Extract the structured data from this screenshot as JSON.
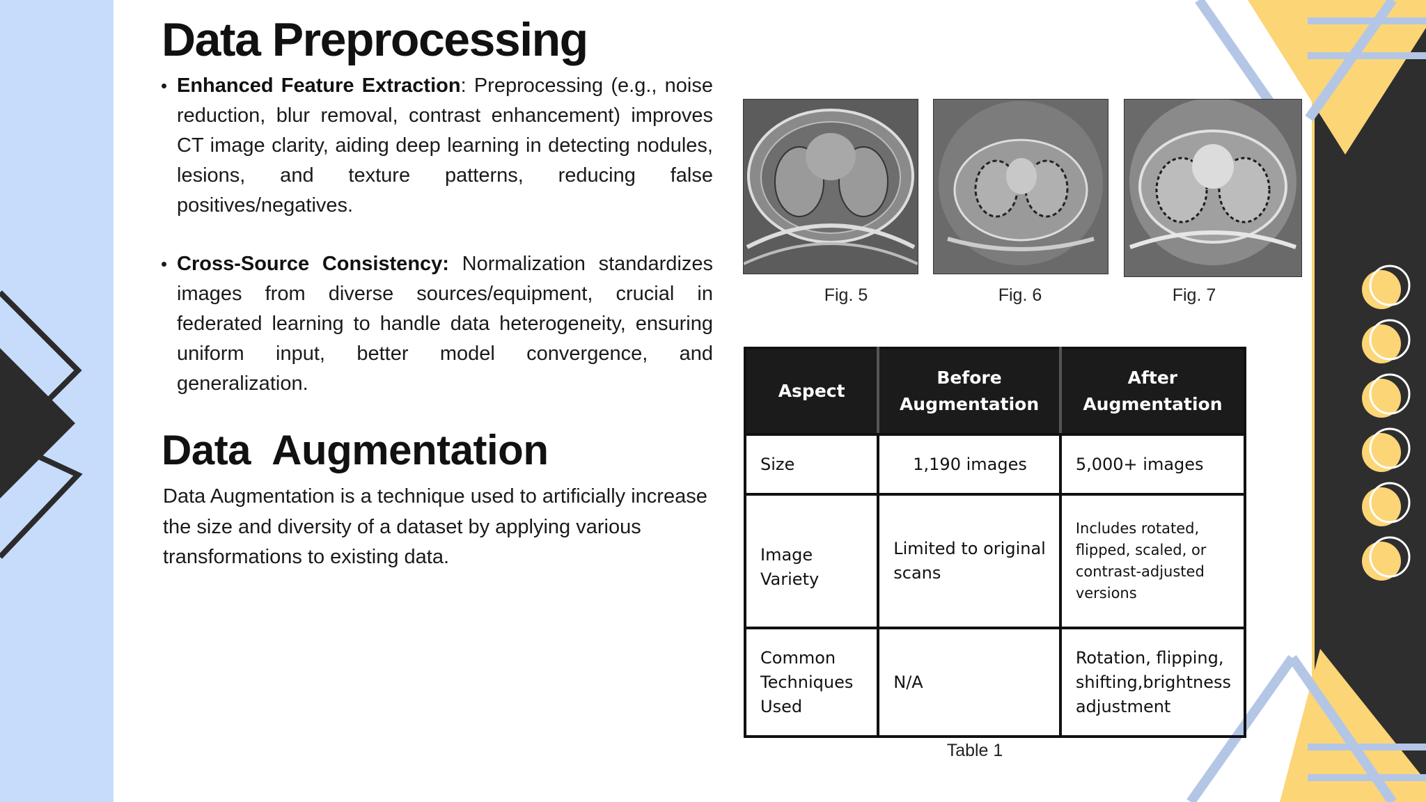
{
  "page": {
    "title": "Data Preprocessing",
    "section2_title": "Data  Augmentation"
  },
  "preprocessing": {
    "bullets": [
      {
        "bold": "Enhanced Feature Extraction",
        "text": ": Preprocessing (e.g., noise reduction, blur removal, contrast enhancement) improves CT image clarity, aiding deep learning in detecting nodules, lesions, and texture patterns, reducing false positives/negatives."
      },
      {
        "bold": "Cross-Source Consistency:",
        "text": " Normalization standardizes images from diverse sources/equipment, crucial in federated learning to handle data heterogeneity, ensuring uniform input, better model convergence, and generalization."
      }
    ]
  },
  "augmentation": {
    "text": "Data Augmentation is a technique used to artificially increase the size and diversity of a dataset by applying various transformations to existing data."
  },
  "figures": [
    {
      "caption": "Fig. 5"
    },
    {
      "caption": "Fig. 6"
    },
    {
      "caption": "Fig. 7"
    }
  ],
  "table": {
    "caption": "Table 1",
    "headers": [
      "Aspect",
      "Before Augmentation",
      "After Augmentation"
    ],
    "rows": [
      [
        "Size",
        "1,190 images",
        "5,000+ images"
      ],
      [
        "Image Variety",
        "Limited to original scans",
        "Includes rotated, flipped, scaled, or contrast-adjusted versions"
      ],
      [
        "Common Techniques Used",
        "N/A",
        "Rotation, flipping, shifting,brightness adjustment"
      ]
    ]
  },
  "colors": {
    "left_strip": "#c7dcfb",
    "dark": "#2e2e2e",
    "yellow": "#fcd577",
    "blue_line": "#b4c6e6"
  }
}
